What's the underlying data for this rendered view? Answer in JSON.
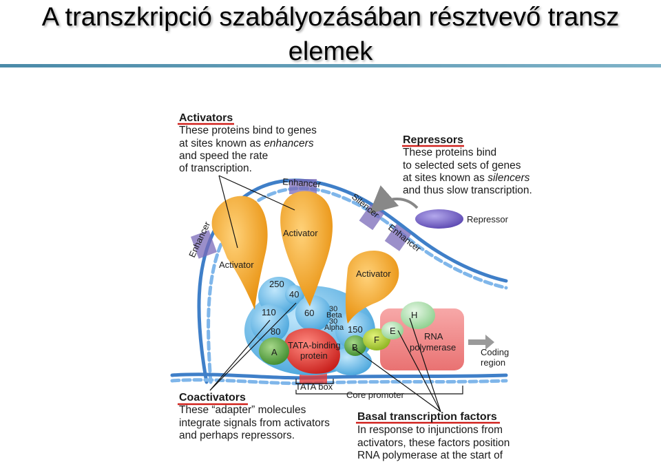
{
  "title_line1": "A transzkripció szabályozásában résztvevő transz",
  "title_line2": "elemek",
  "activators": {
    "heading": "Activators",
    "line1": "These proteins bind to genes",
    "line2_pre": "at sites known as ",
    "line2_em": "enhancers",
    "line3": "and speed the rate",
    "line4": "of transcription."
  },
  "repressors": {
    "heading": "Repressors",
    "line1": "These proteins bind",
    "line2": "to selected sets of genes",
    "line3_pre": "at sites known as ",
    "line3_em": "silencers",
    "line4": "and thus slow transcription."
  },
  "coactivators": {
    "heading": "Coactivators",
    "line1": "These “adapter” molecules",
    "line2": "integrate signals from activators",
    "line3": "and perhaps repressors."
  },
  "basal": {
    "heading": "Basal transcription factors",
    "line1": "In response to injunctions from",
    "line2": "activators, these factors position",
    "line3": "RNA polymerase at the start of"
  },
  "labels": {
    "enhancer_left": "Enhancer",
    "enhancer_top": "Enhancer",
    "silencer": "Silencer",
    "enhancer_right": "Enhancer",
    "repressor": "Repressor",
    "activator_left": "Activator",
    "activator_mid": "Activator",
    "activator_right": "Activator",
    "n250": "250",
    "n40": "40",
    "n110": "110",
    "n60": "60",
    "n30beta_a": "30",
    "n30beta_b": "Beta",
    "n30alpha_a": "30",
    "n30alpha_b": "Alpha",
    "n80": "80",
    "n150": "150",
    "tata_protein_a": "TATA-binding",
    "tata_protein_b": "protein",
    "A": "A",
    "B": "B",
    "F": "F",
    "E": "E",
    "H": "H",
    "rna_a": "RNA",
    "rna_b": "polymerase",
    "coding_a": "Coding",
    "coding_b": "region",
    "tata_box": "TATA box",
    "core_promoter": "Core promoter"
  },
  "colors": {
    "activator": "#f5a623",
    "coactivator": "#6cbde8",
    "tbp": "#e03a3a",
    "polymerase": "#f08d8d",
    "repressor": "#7b68c8",
    "dna": "#3f7fc8",
    "underline": "#d0201b"
  }
}
